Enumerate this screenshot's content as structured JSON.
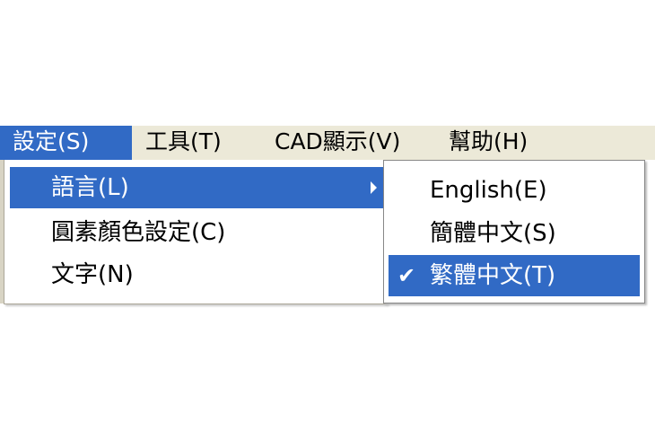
{
  "menubar": {
    "items": [
      {
        "label": "設定(S)",
        "active": true
      },
      {
        "label": "工具(T)"
      },
      {
        "label": "CAD顯示(V)"
      },
      {
        "label": "幫助(H)"
      }
    ]
  },
  "settings_menu": {
    "items": [
      {
        "label": "語言(L)",
        "highlighted": true,
        "has_submenu": true
      },
      {
        "label": "圓素顏色設定(C)"
      },
      {
        "label": "文字(N)"
      }
    ]
  },
  "language_submenu": {
    "items": [
      {
        "label": "English(E)"
      },
      {
        "label": "簡體中文(S)"
      },
      {
        "label": "繁體中文(T)",
        "checked": true,
        "highlighted": true
      }
    ],
    "check_glyph": "✔"
  },
  "colors": {
    "highlight": "#316ac5",
    "menubar": "#ece9d8"
  }
}
